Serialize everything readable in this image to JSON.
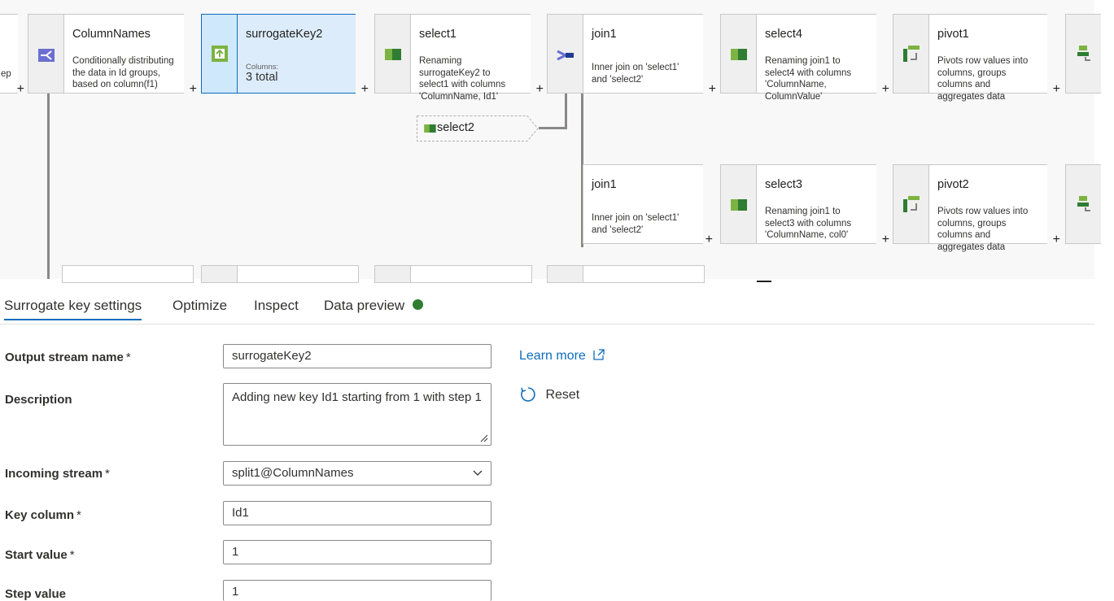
{
  "nodes": {
    "partial_left": {
      "desc": "ep"
    },
    "column_names": {
      "title": "ColumnNames",
      "desc": "Conditionally distributing the data in Id groups, based on column(f1)"
    },
    "surrogate_key2": {
      "title": "surrogateKey2",
      "columns_label": "Columns:",
      "columns_value": "3 total"
    },
    "select1": {
      "title": "select1",
      "desc": "Renaming surrogateKey2 to select1 with columns 'ColumnName, Id1'"
    },
    "join1_top": {
      "title": "join1",
      "desc": "Inner join on 'select1' and 'select2'"
    },
    "select4": {
      "title": "select4",
      "desc": "Renaming join1 to select4 with columns 'ColumnName, ColumnValue'"
    },
    "pivot1": {
      "title": "pivot1",
      "desc": "Pivots row values into columns, groups columns and aggregates data"
    },
    "select2": {
      "title": "select2"
    },
    "join1_bottom": {
      "title": "join1",
      "desc": "Inner join on 'select1' and 'select2'"
    },
    "select3": {
      "title": "select3",
      "desc": "Renaming join1 to select3 with columns 'ColumnName, col0'"
    },
    "pivot2": {
      "title": "pivot2",
      "desc": "Pivots row values into columns, groups columns and aggregates data"
    },
    "plus": "+"
  },
  "tabs": [
    {
      "label": "Surrogate key settings"
    },
    {
      "label": "Optimize"
    },
    {
      "label": "Inspect"
    },
    {
      "label": "Data preview"
    }
  ],
  "form": {
    "output_stream_name": {
      "label": "Output stream name",
      "required": "*",
      "value": "surrogateKey2"
    },
    "description": {
      "label": "Description",
      "value": "Adding new key Id1 starting from 1 with step 1"
    },
    "incoming_stream": {
      "label": "Incoming stream",
      "required": "*",
      "value": "split1@ColumnNames"
    },
    "key_column": {
      "label": "Key column",
      "required": "*",
      "value": "Id1"
    },
    "start_value": {
      "label": "Start value",
      "required": "*",
      "value": "1"
    },
    "step_value": {
      "label": "Step value",
      "value": "1"
    }
  },
  "links": {
    "learn_more": "Learn more",
    "reset": "Reset"
  },
  "colors": {
    "accent": "#0f6cbd",
    "status_dot": "#2f7d32",
    "selected_fill": "#dcecfa"
  }
}
